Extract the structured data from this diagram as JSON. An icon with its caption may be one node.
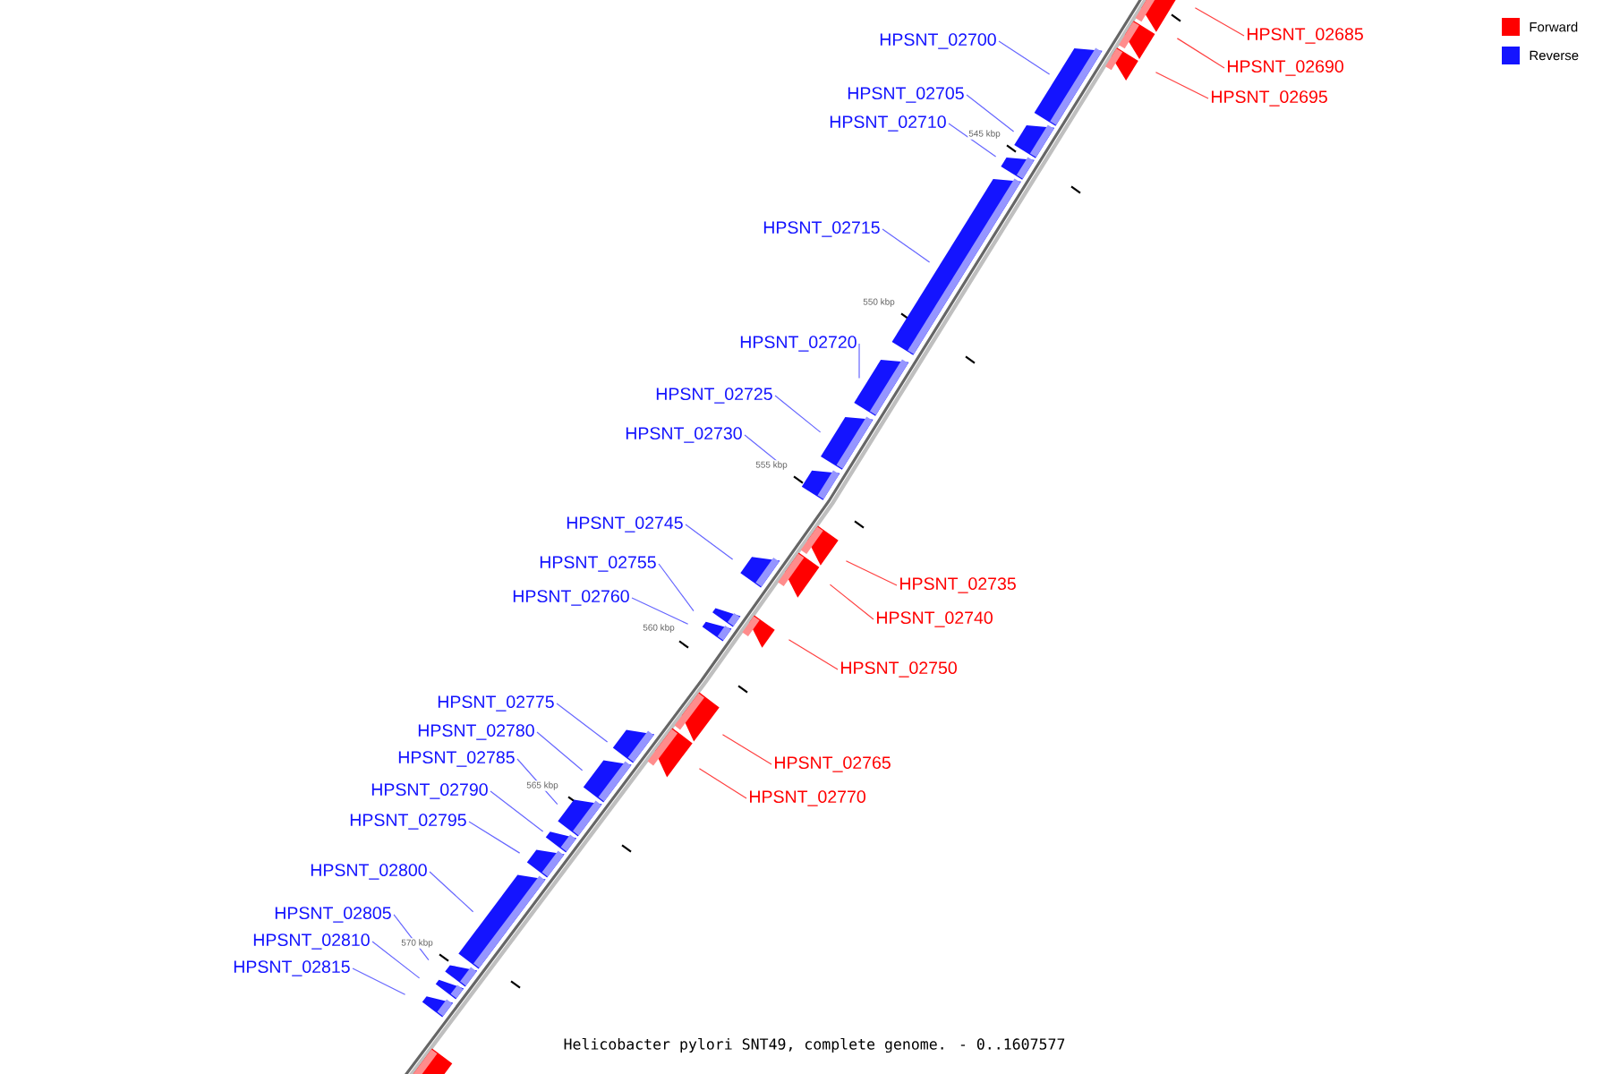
{
  "diagram": {
    "caption": "Helicobacter pylori SNT49, complete genome. - 0..1607577",
    "nodes": [
      {
        "text": [
          "HPSNT_02685"
        ]
      },
      {
        "text": [],
        "shape": "bar"
      },
      {
        "text": [
          "HPSNT_02700"
        ]
      },
      {
        "text": [],
        "shape": "bar"
      },
      {
        "text": [
          "HPSNT_02690"
        ]
      },
      {
        "text": [],
        "shape": "bar"
      },
      {
        "text": [
          "HPSNT_02705"
        ]
      },
      {
        "text": [],
        "shape": "bar"
      },
      {
        "text": [
          "HPSNT_02695"
        ]
      },
      {
        "text": [],
        "shape": "bar"
      },
      {
        "text": [
          "HPSNT_02710"
        ]
      },
      {
        "text": [],
        "shape": "bar"
      },
      {
        "text": [
          "HPSNT_02715"
        ]
      },
      {
        "text": [],
        "shape": "bar"
      },
      {
        "text": [
          "HPSNT_02720"
        ]
      },
      {
        "text": [],
        "shape": "bar"
      },
      {
        "text": [
          "HPSNT_02725"
        ]
      },
      {
        "text": [],
        "shape": "bar"
      },
      {
        "text": [
          "HPSNT_02730"
        ]
      },
      {
        "text": [],
        "shape": "bar"
      },
      {
        "text": [
          "HPSNT_02745"
        ]
      },
      {
        "text": [],
        "shape": "bar"
      },
      {
        "text": [
          "HPSNT_02755"
        ]
      },
      {
        "text": [],
        "shape": "bar"
      },
      {
        "text": [
          "HPSNT_02735"
        ]
      },
      {
        "text": [],
        "shape": "bar"
      },
      {
        "text": [
          "HPSNT_02760"
        ]
      },
      {
        "text": [],
        "shape": "bar"
      },
      {
        "text": [
          "HPSNT_02740"
        ]
      },
      {
        "text": [],
        "shape": "bar"
      },
      {
        "text": [
          "HPSNT_02750"
        ]
      },
      {
        "text": [],
        "shape": "bar"
      },
      {
        "text": [
          "HPSNT_02775"
        ]
      },
      {
        "text": [],
        "shape": "bar"
      },
      {
        "text": [
          "HPSNT_02780"
        ]
      },
      {
        "text": [],
        "shape": "bar"
      },
      {
        "text": [
          "HPSNT_02785"
        ]
      },
      {
        "text": [],
        "shape": "bar"
      },
      {
        "text": [
          "HPSNT_02765"
        ]
      },
      {
        "text": [],
        "shape": "bar"
      },
      {
        "text": [
          "HPSNT_02790"
        ]
      },
      {
        "text": [],
        "shape": "bar"
      },
      {
        "text": [
          "HPSNT_02770"
        ]
      },
      {
        "text": [],
        "shape": "bar"
      },
      {
        "text": [
          "HPSNT_02795"
        ]
      },
      {
        "text": [],
        "shape": "bar"
      },
      {
        "text": [
          "HPSNT_02800"
        ]
      },
      {
        "text": [],
        "shape": "bar"
      },
      {
        "text": [
          "HPSNT_02805"
        ]
      },
      {
        "text": [],
        "shape": "bar"
      },
      {
        "text": [
          "HPSNT_02810"
        ]
      },
      {
        "text": [],
        "shape": "bar"
      },
      {
        "text": [
          "HPSNT_02815"
        ]
      },
      {
        "text": [],
        "shape": "bar"
      },
      {
        "text": [],
        "shape": "bar"
      }
    ],
    "edges": [
      {
        "from": 0,
        "to": 1,
        "arrow": "none",
        "color": "#ff4040"
      },
      {
        "from": 2,
        "to": 3,
        "arrow": "none"
      },
      {
        "from": 4,
        "to": 5,
        "arrow": "none",
        "color": "#ff4040"
      },
      {
        "from": 6,
        "to": 7,
        "arrow": "none"
      },
      {
        "from": 8,
        "to": 9,
        "arrow": "none",
        "color": "#ff4040"
      },
      {
        "from": 10,
        "to": 11,
        "arrow": "none"
      },
      {
        "from": 12,
        "to": 13,
        "arrow": "none"
      },
      {
        "from": 14,
        "to": 15,
        "arrow": "none"
      },
      {
        "from": 16,
        "to": 17,
        "arrow": "none"
      },
      {
        "from": 18,
        "to": 19,
        "arrow": "none"
      },
      {
        "from": 20,
        "to": 21,
        "arrow": "none"
      },
      {
        "from": 22,
        "to": 23,
        "arrow": "none"
      },
      {
        "from": 24,
        "to": 25,
        "arrow": "none",
        "color": "#ff4040"
      },
      {
        "from": 26,
        "to": 27,
        "arrow": "none"
      },
      {
        "from": 28,
        "to": 29,
        "arrow": "none",
        "color": "#ff4040"
      },
      {
        "from": 30,
        "to": 31,
        "arrow": "none",
        "color": "#ff4040"
      },
      {
        "from": 32,
        "to": 33,
        "arrow": "none"
      },
      {
        "from": 34,
        "to": 35,
        "arrow": "none"
      },
      {
        "from": 36,
        "to": 37,
        "arrow": "none"
      },
      {
        "from": 38,
        "to": 39,
        "arrow": "none",
        "color": "#ff4040"
      },
      {
        "from": 40,
        "to": 41,
        "arrow": "none"
      },
      {
        "from": 42,
        "to": 43,
        "arrow": "none",
        "color": "#ff4040"
      },
      {
        "from": 44,
        "to": 45,
        "arrow": "none"
      },
      {
        "from": 46,
        "to": 47,
        "arrow": "none"
      },
      {
        "from": 48,
        "to": 49,
        "arrow": "none"
      },
      {
        "from": 50,
        "to": 51,
        "arrow": "none"
      },
      {
        "from": 52,
        "to": 53,
        "arrow": "none"
      }
    ],
    "labels": [
      "545 kbp",
      "550 kbp",
      "555 kbp",
      "560 kbp",
      "565 kbp",
      "570 kbp"
    ],
    "legend": [
      {
        "text": "Forward",
        "color": "#ff0000"
      },
      {
        "text": "Reverse",
        "color": "#1414ff"
      }
    ]
  }
}
